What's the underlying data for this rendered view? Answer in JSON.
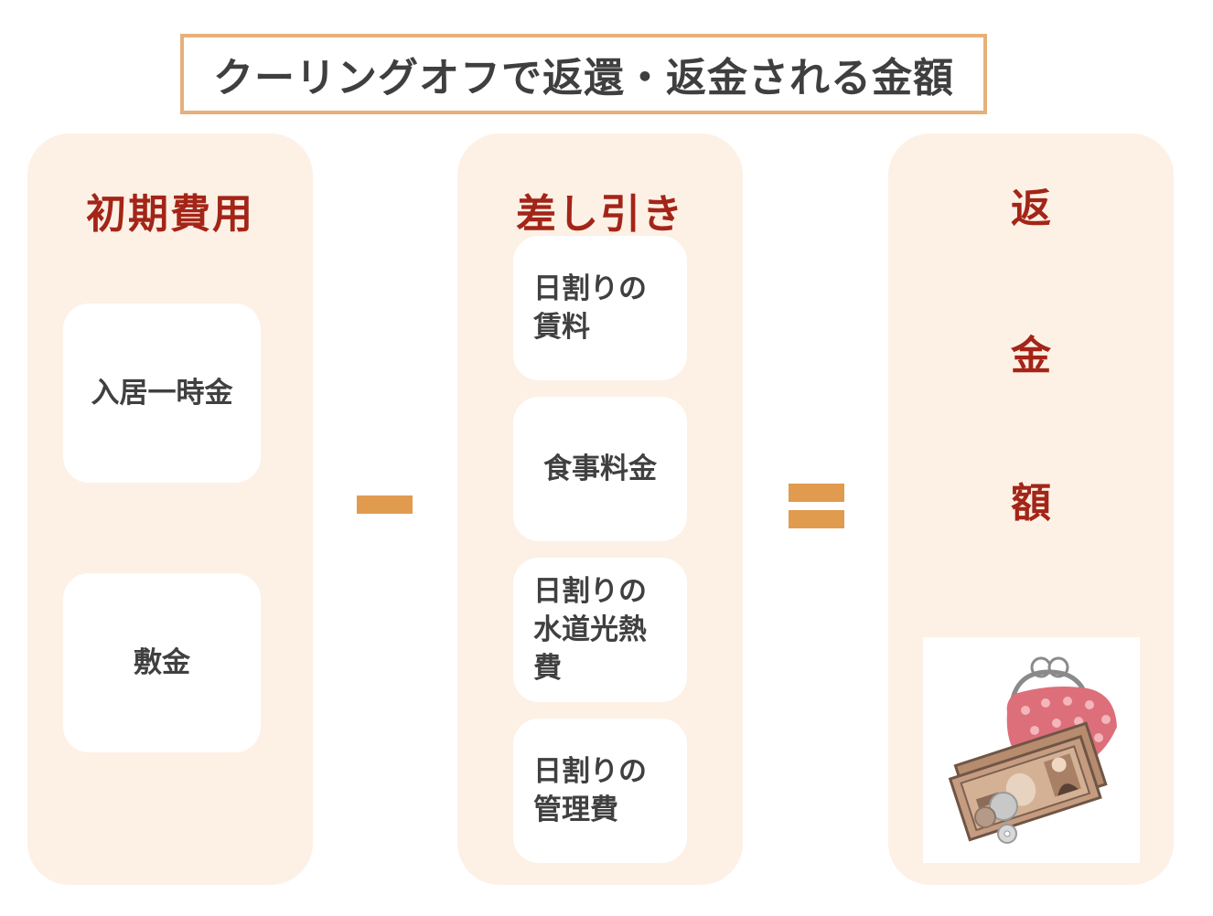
{
  "title": "クーリングオフで返還・返金される金額",
  "columns": {
    "initial": {
      "heading": "初期費用",
      "items": [
        "入居一時金",
        "敷金"
      ]
    },
    "deduct": {
      "heading": "差し引き",
      "items": [
        "日割りの賃料",
        "食事料金",
        "日割りの水道光熱費",
        "日割りの管理費"
      ]
    },
    "refund": {
      "heading_chars": [
        "返",
        "金",
        "額"
      ]
    }
  },
  "operators": {
    "minus": "minus-sign",
    "equals": "equals-sign"
  },
  "illustration": "purse-and-money-icon",
  "colors": {
    "heading": "#a32518",
    "column_bg": "#fdf0e5",
    "operator": "#e19b4f",
    "title_border": "#e6b07a",
    "text": "#404040"
  }
}
